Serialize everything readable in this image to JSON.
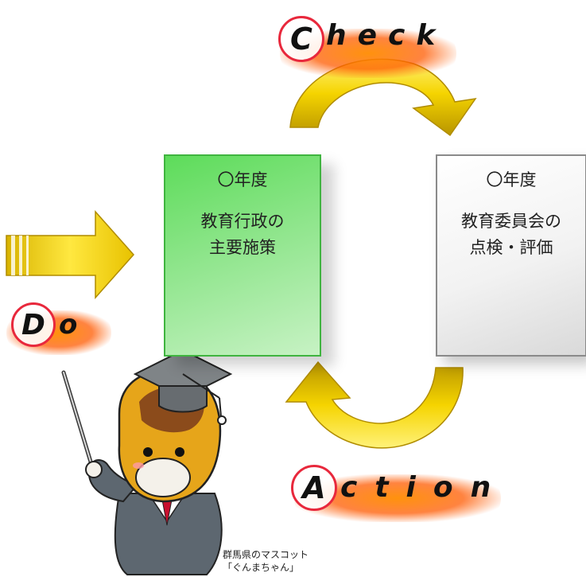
{
  "cycle": {
    "check": {
      "initial": "C",
      "rest": "heck"
    },
    "do": {
      "initial": "D",
      "rest": "o"
    },
    "action": {
      "initial": "A",
      "rest": "ction"
    }
  },
  "boxes": {
    "policy": {
      "year": "〇年度",
      "text": "教育行政の\n主要施策"
    },
    "evaluation": {
      "year": "〇年度",
      "text": "教育委員会の\n点検・評価"
    }
  },
  "mascot": {
    "caption": "群馬県のマスコット\n「ぐんまちゃん」"
  },
  "colors": {
    "arrow": "#f2d000",
    "ring": "#e8283c",
    "glow": "#ff6a00",
    "green_box": "#6fe06b",
    "gray_box": "#dcdcdc"
  }
}
